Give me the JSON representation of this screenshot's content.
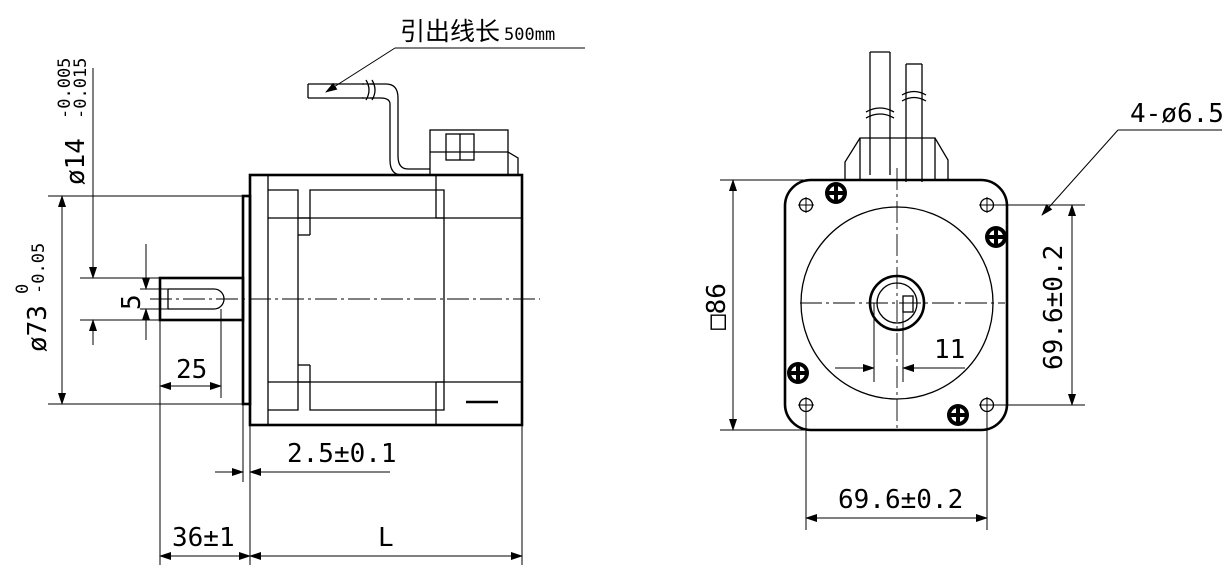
{
  "lead_wire_label": "引出线长",
  "lead_wire_length": "500mm",
  "side_view": {
    "shaft_diameter": "ø14",
    "shaft_tol_upper": "-0.005",
    "shaft_tol_lower": "-0.015",
    "pilot_diameter": "ø73",
    "pilot_tol_upper": "0",
    "pilot_tol_lower": "-0.05",
    "key_width": "5",
    "key_length": "25",
    "pilot_depth": "2.5±0.1",
    "shaft_length": "36±1",
    "body_length": "L"
  },
  "front_view": {
    "mount_holes": "4-ø6.5",
    "flange_size": "□86",
    "hole_spacing_vertical": "69.6±0.2",
    "hole_spacing_horizontal": "69.6±0.2",
    "shaft_flat": "11"
  }
}
